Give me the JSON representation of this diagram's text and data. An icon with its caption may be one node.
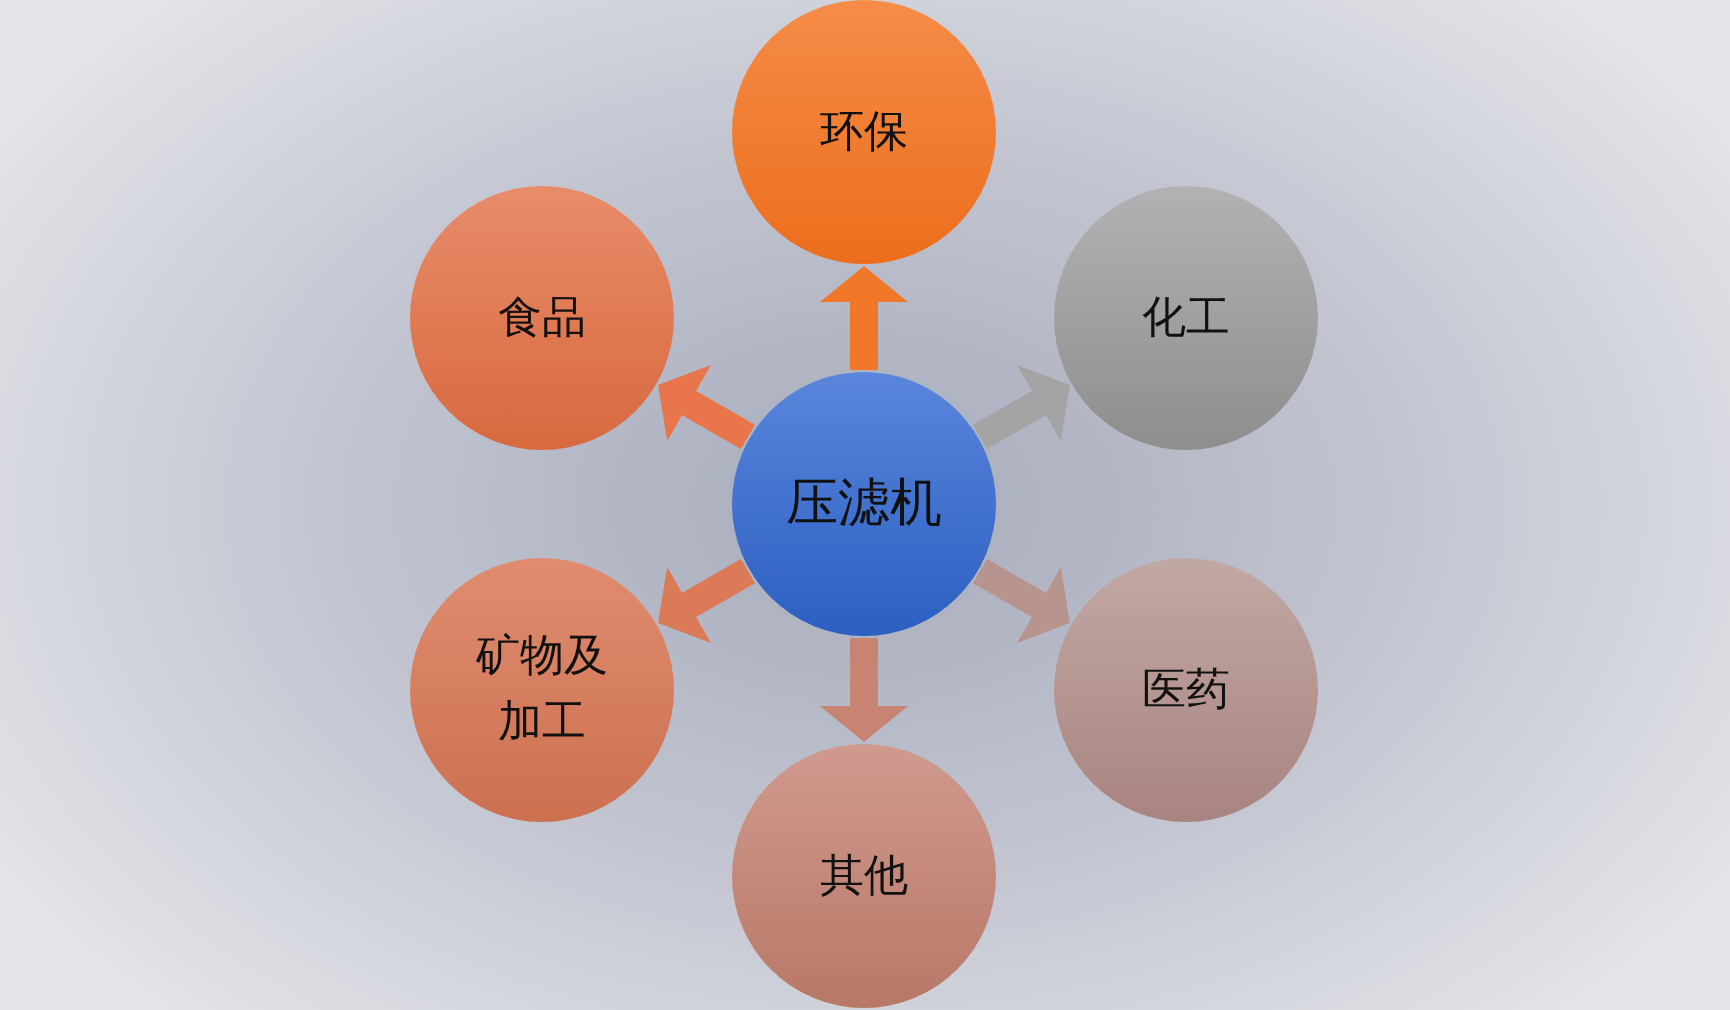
{
  "diagram": {
    "nodes": [
      {
        "text": [
          "压滤机"
        ]
      },
      {
        "text": [
          "环保"
        ]
      },
      {
        "text": [
          "化工"
        ]
      },
      {
        "text": [
          "医药"
        ]
      },
      {
        "text": [
          "其他"
        ]
      },
      {
        "text": [
          "矿物及加工"
        ]
      },
      {
        "text": [
          "食品"
        ]
      }
    ],
    "edges": [
      {
        "from": 0,
        "to": 1,
        "arrow": "to",
        "color": "#f07828"
      },
      {
        "from": 0,
        "to": 2,
        "arrow": "to",
        "color": "#a4a4a4"
      },
      {
        "from": 0,
        "to": 3,
        "arrow": "to",
        "color": "#b8948e"
      },
      {
        "from": 0,
        "to": 4,
        "arrow": "to",
        "color": "#c88472"
      },
      {
        "from": 0,
        "to": 5,
        "arrow": "to",
        "color": "#dc7a58"
      },
      {
        "from": 0,
        "to": 6,
        "arrow": "to",
        "color": "#e8764a"
      }
    ]
  }
}
